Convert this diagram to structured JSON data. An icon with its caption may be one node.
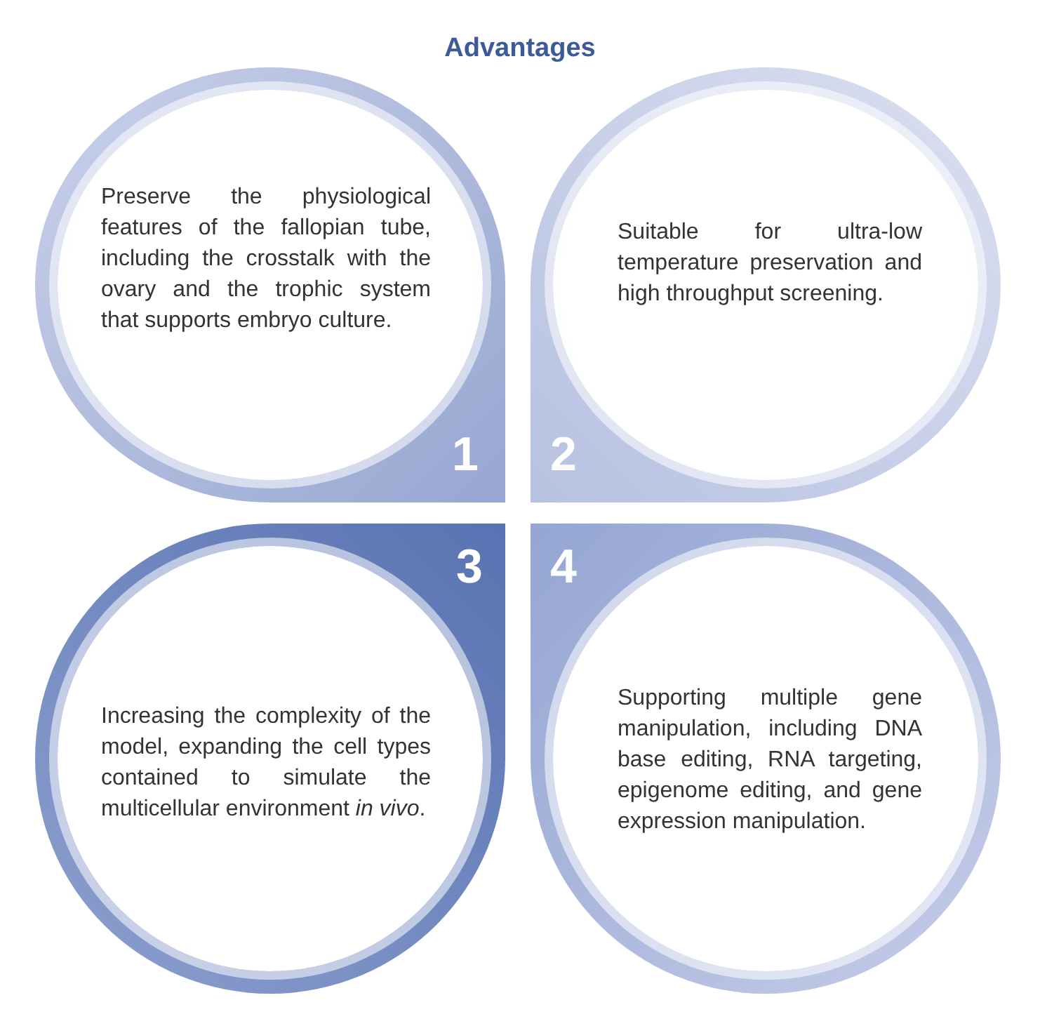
{
  "diagram": {
    "title": "Advantages",
    "nodes": [
      {
        "text": [
          "Preserve the physiological features of the fallopian tube, including the crosstalk with the ovary and the trophic system that supports embryo culture.",
          "1"
        ]
      },
      {
        "text": [
          "Suitable for ultra-low temperature preservation and high throughput screening.",
          "2"
        ]
      },
      {
        "text": [
          "3",
          "Increasing the complexity of the model, expanding the cell types contained to simulate the multicellular environment *in vivo*."
        ]
      },
      {
        "text": [
          "4",
          "Supporting multiple gene manipulation, including DNA base editing, RNA targeting, epigenome editing, and gene expression manipulation."
        ]
      }
    ],
    "edges": []
  }
}
